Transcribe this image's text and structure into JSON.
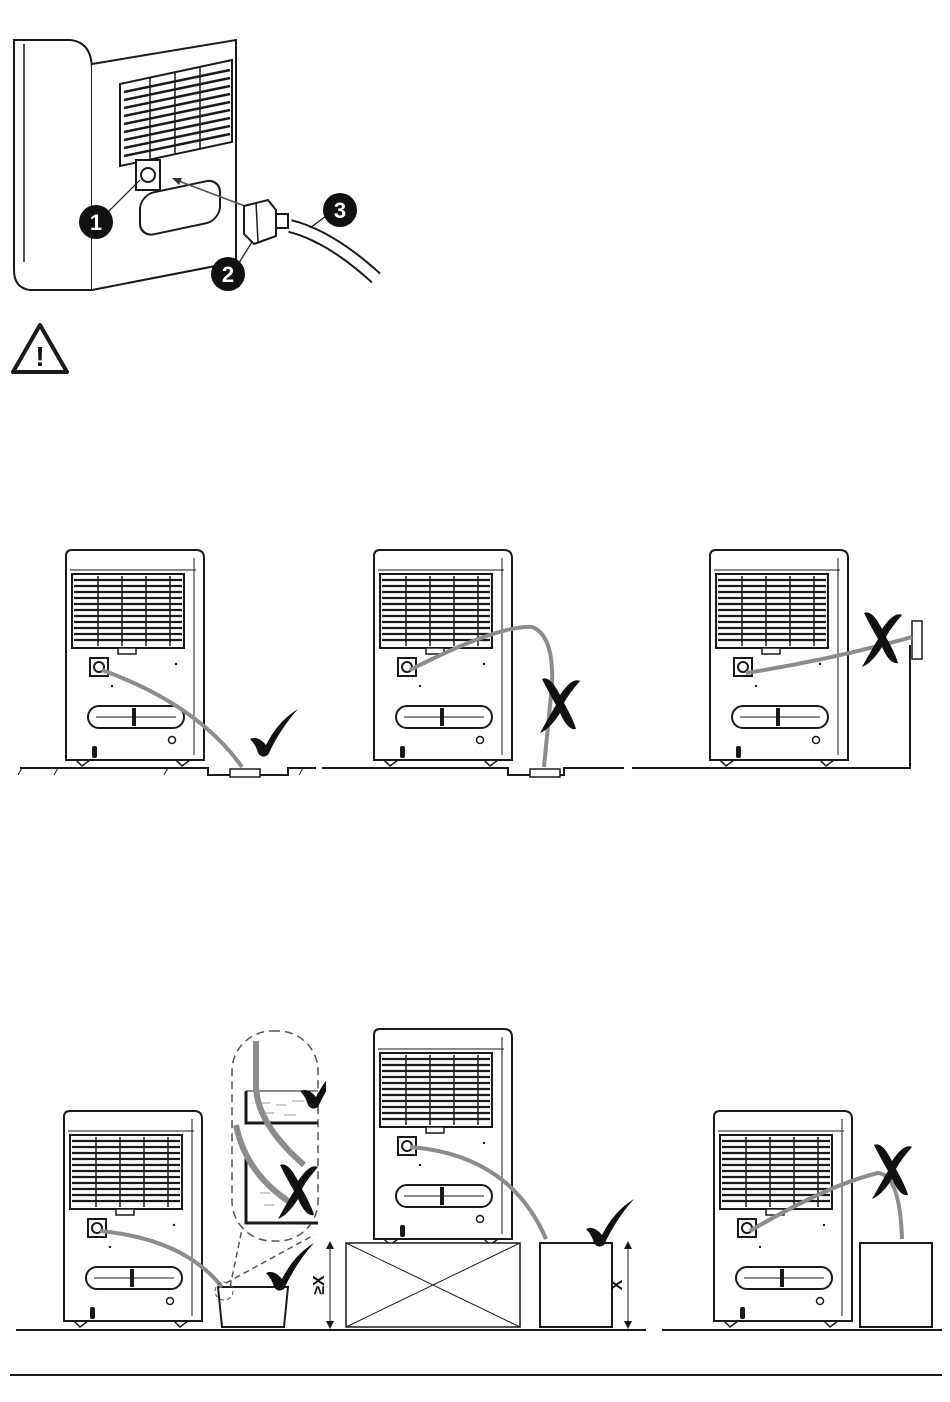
{
  "callouts": [
    {
      "number": "1"
    },
    {
      "number": "2"
    },
    {
      "number": "3"
    }
  ],
  "warning": {
    "icon": "warning-triangle-icon",
    "glyph": "!"
  },
  "row1": {
    "scenes": [
      {
        "verdict": "correct",
        "mark": "check-icon"
      },
      {
        "verdict": "incorrect",
        "mark": "cross-icon"
      },
      {
        "verdict": "incorrect",
        "mark": "cross-icon"
      }
    ]
  },
  "row2": {
    "scenes": [
      {
        "verdict": "correct",
        "mark": "check-icon"
      },
      {
        "verdict": "correct",
        "mark": "check-icon"
      },
      {
        "verdict": "incorrect",
        "mark": "cross-icon"
      }
    ],
    "detail": [
      {
        "verdict": "correct",
        "mark": "check-icon"
      },
      {
        "verdict": "incorrect",
        "mark": "cross-icon"
      }
    ],
    "height_labels": {
      "left": "≥X",
      "right": "X"
    }
  },
  "colors": {
    "line": "#1a1a1a",
    "hose": "#8c8c8c"
  }
}
